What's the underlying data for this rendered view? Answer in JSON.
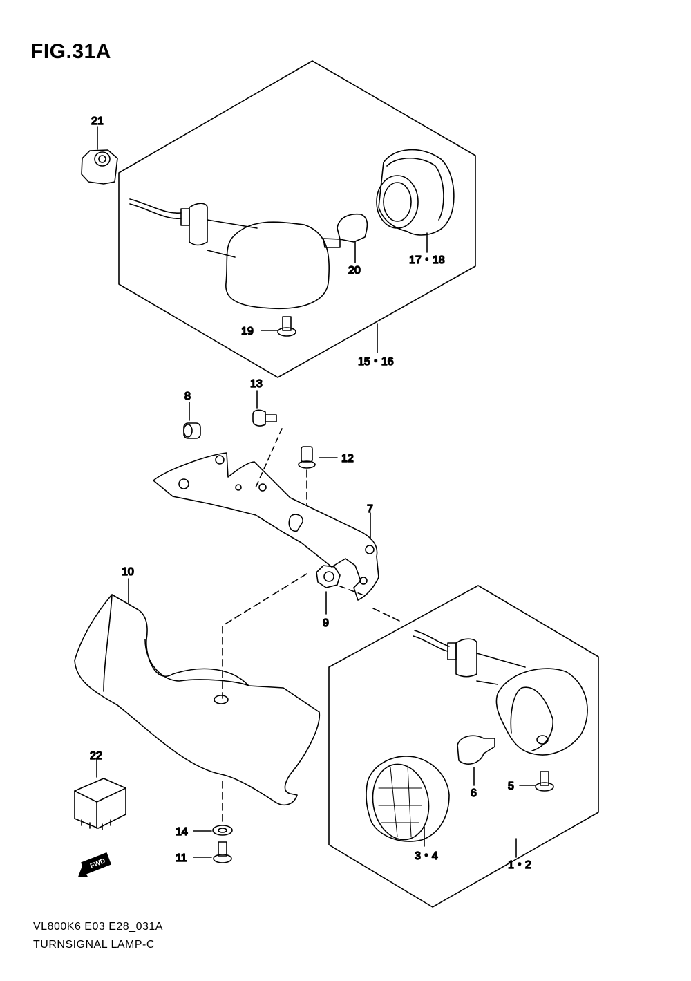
{
  "figure": {
    "title": "FIG.31A"
  },
  "footer": {
    "model_code": "VL800K6 E03 E28_031A",
    "name": "TURNSIGNAL LAMP-C"
  },
  "fwd_label": "FWD",
  "callouts": {
    "c21": "21",
    "c1718": "17・18",
    "c20": "20",
    "c19": "19",
    "c1516": "15・16",
    "c8": "8",
    "c13": "13",
    "c12": "12",
    "c7": "7",
    "c10": "10",
    "c9": "9",
    "c22": "22",
    "c14": "14",
    "c11": "11",
    "c6": "6",
    "c5": "5",
    "c34": "3・4",
    "c12b": "1・2"
  }
}
